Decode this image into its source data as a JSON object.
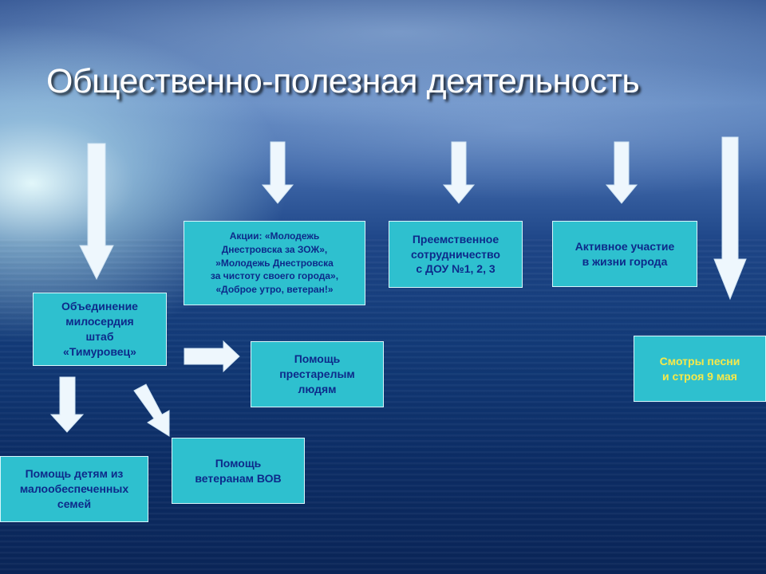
{
  "slide": {
    "title": "Общественно-полезная деятельность"
  },
  "boxes": {
    "akcii": "Акции: «Молодежь\nДнестровска за ЗОЖ»,\n»Молодежь Днестровска\nза чистоту своего города»,\n«Доброе утро, ветеран!»",
    "preemstvennoe": "Преемственное\nсотрудничество\nс ДОУ №1, 2, 3",
    "aktivnoe": "Активное участие\nв жизни города",
    "obyedinenie": "Объединение\nмилосердия\nштаб\n«Тимуровец»",
    "prestarelym": "Помощь\nпрестарелым\nлюдям",
    "smotry": "Смотры песни\nи строя 9 мая",
    "detyam": "Помощь детям из\nмалообеспеченных\nсемей",
    "veteranam": "Помощь\nветеранам ВОВ"
  },
  "colors": {
    "box_fill": "#2ec0cf",
    "box_text": "#0d2a8a",
    "highlight_text": "#f6e94a",
    "arrow_fill": "#eef7fd"
  }
}
